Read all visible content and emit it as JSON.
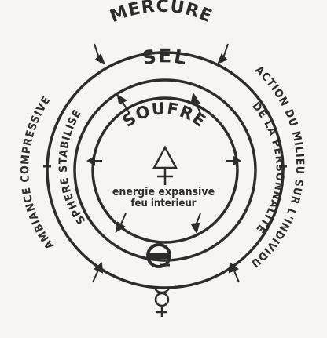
{
  "diagram": {
    "outer_top": "MERCURE",
    "middle_top": "SEL",
    "inner_top": "SOUFRE",
    "center_line1": "energie expansive",
    "center_line2": "feu interieur",
    "outer_left": "AMBIANCE COMPRESSIVE",
    "outer_right": "ACTION DU MILIEU SUR L'INDIVIDU",
    "middle_left": "SPHERE STABILISE",
    "middle_right": "DE LA PERSONNALITE",
    "colors": {
      "ink": "#2c2c2c",
      "paper": "#f7f5f2"
    }
  }
}
